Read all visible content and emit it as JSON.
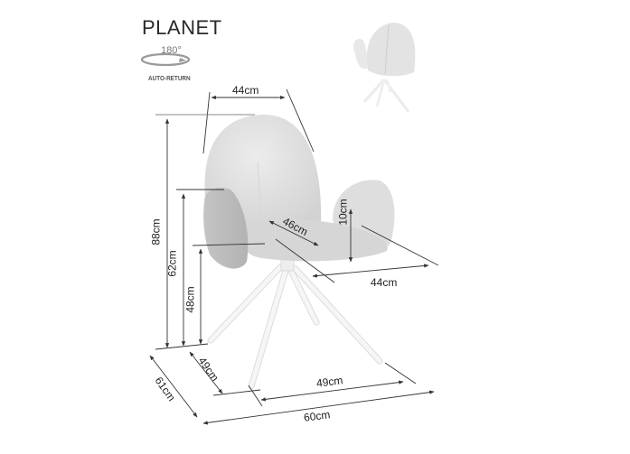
{
  "product": {
    "name": "PLANET",
    "rotation": {
      "degrees": "180°",
      "label": "AUTO-RETURN"
    }
  },
  "colors": {
    "fabric": "#e4e4e4",
    "fabric_shadow": "#bdbdbd",
    "legs": "#f2f2f2",
    "lines": "#333333",
    "text": "#222222"
  },
  "dimensions": {
    "backrest_width": "44cm",
    "seat_depth": "46cm",
    "armrest_height": "10cm",
    "seat_width": "44cm",
    "total_height": "88cm",
    "armrest_floor_height": "62cm",
    "seat_height": "48cm",
    "base_depth": "49cm",
    "base_width": "49cm",
    "total_depth": "61cm",
    "total_width": "60cm"
  }
}
